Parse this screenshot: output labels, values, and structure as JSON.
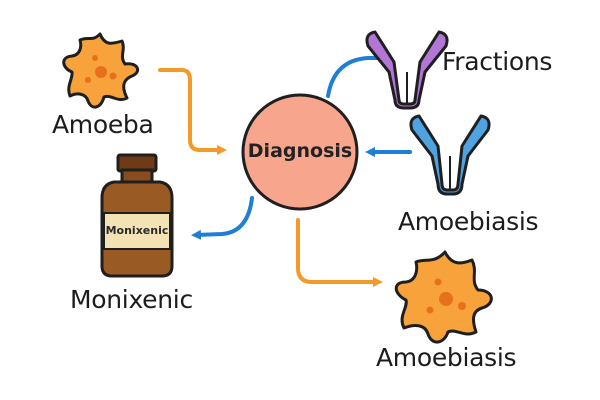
{
  "center": {
    "label": "Diagnosis"
  },
  "nodes": {
    "amoeba": {
      "label": "Amoeba"
    },
    "monixenic": {
      "label": "Monixenic",
      "bottle_label": "Monixenic"
    },
    "fractions": {
      "label": "Fractions"
    },
    "amoebiasis_antibody": {
      "label": "Amoebiasis"
    },
    "amoebiasis_cell": {
      "label": "Amoebiasis"
    }
  },
  "colors": {
    "orange_arrow": "#f39a28",
    "blue_arrow": "#1f7fd6",
    "center_fill": "#f7a58c",
    "amoeba_fill": "#f7a23a",
    "amoeba_spot": "#e8701c",
    "antibody_purple": "#b277d6",
    "antibody_blue": "#4fa3e0",
    "bottle_brown": "#9a5a24",
    "bottle_label": "#f3e3b4"
  },
  "icons": [
    "amoeba-icon",
    "bottle-icon",
    "antibody-icon",
    "arrow-icon"
  ]
}
